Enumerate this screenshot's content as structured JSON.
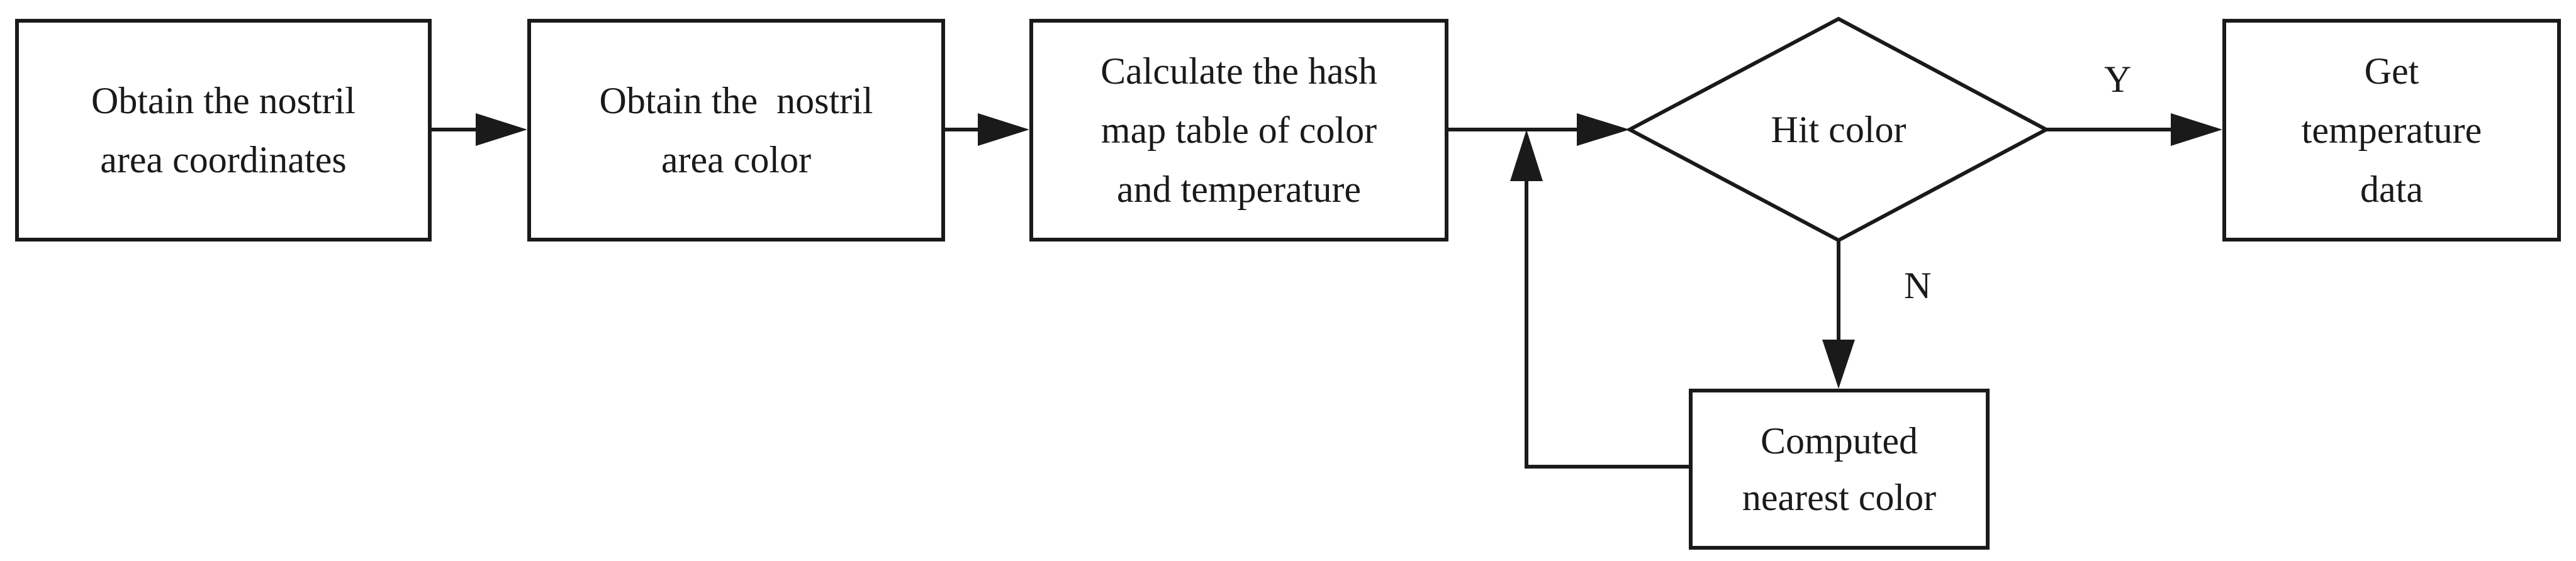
{
  "colors": {
    "stroke": "#1a1a1a",
    "background": "#ffffff"
  },
  "nodes": {
    "nostril_coordinates": [
      "Obtain the nostril",
      "area coordinates"
    ],
    "nostril_color": [
      "Obtain the  nostril",
      "area color"
    ],
    "hash_map": [
      "Calculate the hash",
      "map table of color",
      "and temperature"
    ],
    "hit_color": "Hit color",
    "temperature_data": [
      "Get",
      "temperature",
      "data"
    ],
    "nearest_color": [
      "Computed",
      "nearest color"
    ]
  },
  "edges": {
    "yes_label": "Y",
    "no_label": "N"
  }
}
